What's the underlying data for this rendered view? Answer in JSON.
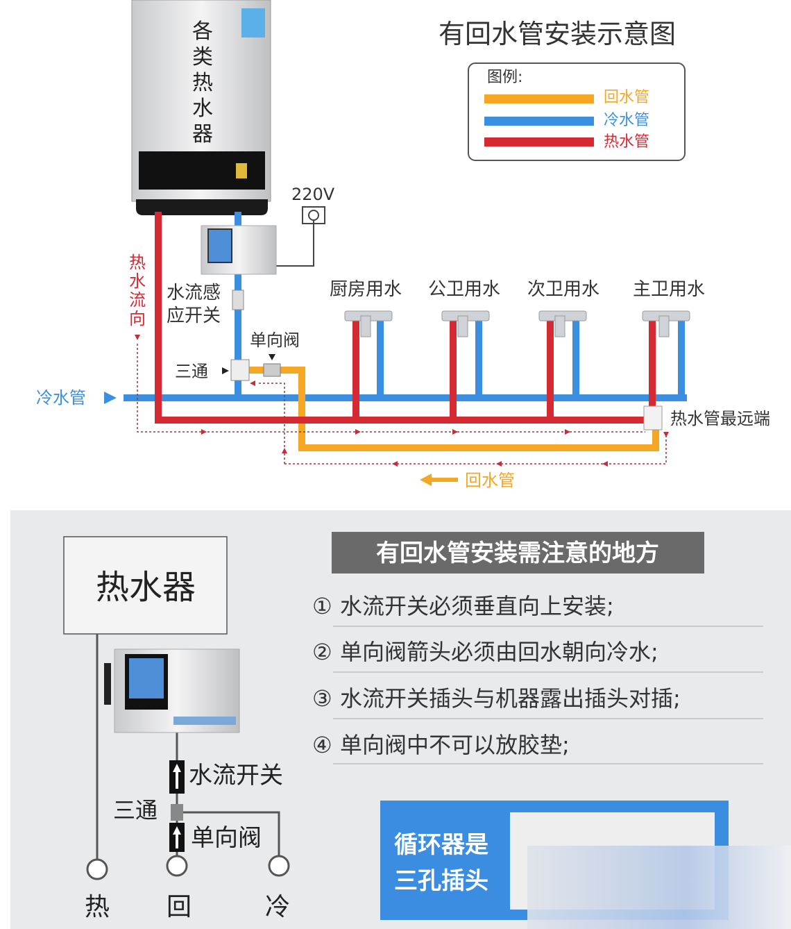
{
  "top": {
    "title": "有回水管安装示意图",
    "legend": {
      "heading": "图例:",
      "items": [
        {
          "label": "回水管",
          "color": "#f5a623"
        },
        {
          "label": "冷水管",
          "color": "#3b8fe0"
        },
        {
          "label": "热水管",
          "color": "#d62a33"
        }
      ]
    },
    "heater_label": [
      "各",
      "类",
      "热",
      "水",
      "器"
    ],
    "voltage": "220V",
    "hot_flow_label": [
      "热",
      "水",
      "流",
      "向"
    ],
    "flow_switch_label": [
      "水流感",
      "应开关"
    ],
    "check_valve_label": "单向阀",
    "tee_label": "三通",
    "cold_pipe_label": "冷水管",
    "outlets": [
      "厨房用水",
      "公卫用水",
      "次卫用水",
      "主卫用水"
    ],
    "far_end_label": "热水管最远端",
    "return_label": "回水管"
  },
  "bottom": {
    "heater_box": "热水器",
    "notes_title": "有回水管安装需注意的地方",
    "notes": [
      {
        "num": "①",
        "text": "水流开关必须垂直向上安装;"
      },
      {
        "num": "②",
        "text": "单向阀箭头必须由回水朝向冷水;"
      },
      {
        "num": "③",
        "text": "水流开关插头与机器露出插头对插;"
      },
      {
        "num": "④",
        "text": "单向阀中不可以放胶垫;"
      }
    ],
    "flow_switch": "水流开关",
    "tee": "三通",
    "check_valve": "单向阀",
    "ports": [
      "热",
      "回",
      "冷"
    ],
    "plug_note": [
      "循环器是",
      "三孔插头"
    ]
  },
  "colors": {
    "hot": "#d62a33",
    "cold": "#3b8fe0",
    "return": "#f5a623",
    "panel": "#e9eaec",
    "title_bar": "#6a6a6a",
    "note_box": "#3a8de0"
  }
}
